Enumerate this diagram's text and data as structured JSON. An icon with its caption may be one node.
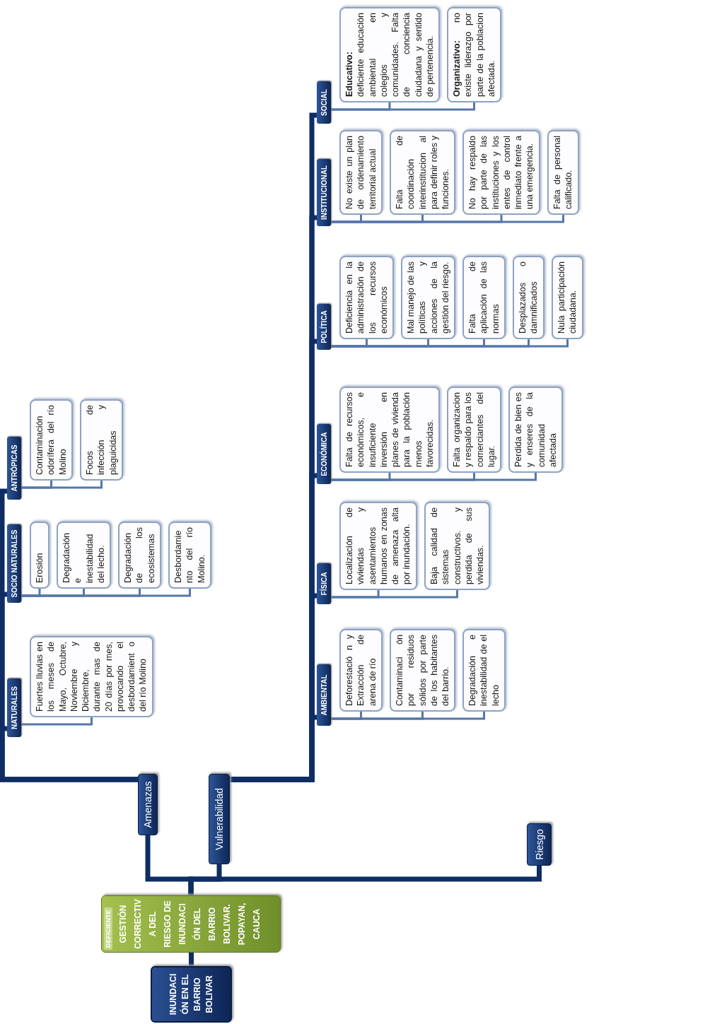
{
  "diagram": {
    "nodes": [
      {
        "text": [
          "INUNDACI ÓN EN EL BARRIO BOLIVAR"
        ]
      },
      {
        "text": [
          "DEFICIENTE",
          "GESTIÓN CORRECTIV A DEL RIESGO DE INUNDACI ÓN DEL BARRIO BOLIVAR. POPAYAN, CAUCA"
        ]
      },
      {
        "text": [
          "Amenazas"
        ]
      },
      {
        "text": [
          "NATURALES"
        ]
      },
      {
        "text": [
          "Fuertes lluvias en los meses de Mayo, Octubre, Noviembre y Diciembre, durante mas de 20 días por mes, provocando el desbordamient o del río Molino"
        ]
      },
      {
        "text": [
          "SOCIO NATURALES"
        ]
      },
      {
        "text": [
          "Erosión"
        ]
      },
      {
        "text": [
          "Degradación e inestabilidad del lecho."
        ]
      },
      {
        "text": [
          "Degradación de los ecosistemas"
        ]
      },
      {
        "text": [
          "Desbordamie nto del río Molino."
        ]
      },
      {
        "text": [
          "ANTRÓPICAS"
        ]
      },
      {
        "text": [
          "Contaminación odorífera del río Molino"
        ]
      },
      {
        "text": [
          "Focos de infección y plaguicidas"
        ]
      },
      {
        "text": [
          "Vulnerabilidad"
        ]
      },
      {
        "text": [
          "AMBIENTAL"
        ]
      },
      {
        "text": [
          "Deforestació n y Extracción de arena de río"
        ]
      },
      {
        "text": [
          "Contaminaci ón por residuos sólidos por parte de los habitantes del barrio."
        ]
      },
      {
        "text": [
          "Degradación e inestabilidad de el lecho"
        ]
      },
      {
        "text": [
          "FÍSICA"
        ]
      },
      {
        "text": [
          "Localización de viviendas y asentamientos humanos en zonas de amenaza alta por inundación."
        ]
      },
      {
        "text": [
          "Baja calidad de sistemas constructivos. y perdida de sus viviendas."
        ]
      },
      {
        "text": [
          "ECONÓMICA"
        ]
      },
      {
        "text": [
          "Falta de recursos económicos, e insuficiente inversión en planes de vivienda para la población menos favorecidas."
        ]
      },
      {
        "text": [
          "Falta organizacion y respaldo para los comerciantes del lugar."
        ]
      },
      {
        "text": [
          "Perdida de bien es y enseres de la comunidad afectada"
        ]
      },
      {
        "text": [
          "POLÍTICA"
        ]
      },
      {
        "text": [
          "Deficiencia en la administración de los recursos económicos"
        ]
      },
      {
        "text": [
          "Mal manejo de las políticas y acciones de la gestión del riesgo."
        ]
      },
      {
        "text": [
          "Falta de aplicación de las normas"
        ]
      },
      {
        "text": [
          "Desplazados o damnificados"
        ]
      },
      {
        "text": [
          "Nula participación ciudadana."
        ]
      },
      {
        "text": [
          "INSTITUCIONAL"
        ]
      },
      {
        "text": [
          "No existe un plan de ordenamiento territorial actual"
        ]
      },
      {
        "text": [
          "Falta de coordinación interinstitucion al para definir roles y funciones."
        ]
      },
      {
        "text": [
          "No hay respaldo por parte de las instituciones y los entes de control inmediato frente a una emergencia."
        ]
      },
      {
        "text": [
          "Falta de personal calificado."
        ]
      },
      {
        "text": [
          "SOCIAL"
        ]
      },
      {
        "text": [
          "**Educativo:** deficiente educación ambiental en colegios y comunidades. Falta de conciencia ciudadana y sentido de pertenencia."
        ]
      },
      {
        "text": [
          "**Organizativo:** no existe liderazgo por parte de la poblacion afectada."
        ]
      },
      {
        "text": [
          "Riesgo"
        ]
      }
    ],
    "edges": [
      {
        "from": 0,
        "to": 1,
        "arrow": "none",
        "style": "thick",
        "color": "#0f2d63"
      },
      {
        "from": 1,
        "to": 2,
        "arrow": "none",
        "style": "thick",
        "color": "#0f2d63"
      },
      {
        "from": 1,
        "to": 13,
        "arrow": "none",
        "style": "thick",
        "color": "#0f2d63"
      },
      {
        "from": 1,
        "to": 39,
        "arrow": "none",
        "style": "thick",
        "color": "#0f2d63"
      },
      {
        "from": 2,
        "to": 3,
        "arrow": "none",
        "style": "thick",
        "color": "#0f2d63"
      },
      {
        "from": 2,
        "to": 5,
        "arrow": "none",
        "style": "thick",
        "color": "#0f2d63"
      },
      {
        "from": 2,
        "to": 10,
        "arrow": "none",
        "style": "thick",
        "color": "#0f2d63"
      },
      {
        "from": 3,
        "to": 4,
        "arrow": "none"
      },
      {
        "from": 5,
        "to": 6,
        "arrow": "none"
      },
      {
        "from": 5,
        "to": 7,
        "arrow": "none"
      },
      {
        "from": 5,
        "to": 8,
        "arrow": "none"
      },
      {
        "from": 5,
        "to": 9,
        "arrow": "none"
      },
      {
        "from": 10,
        "to": 11,
        "arrow": "none"
      },
      {
        "from": 10,
        "to": 12,
        "arrow": "none"
      },
      {
        "from": 13,
        "to": 14,
        "arrow": "none",
        "style": "thick",
        "color": "#0f2d63"
      },
      {
        "from": 13,
        "to": 18,
        "arrow": "none",
        "style": "thick",
        "color": "#0f2d63"
      },
      {
        "from": 13,
        "to": 21,
        "arrow": "none",
        "style": "thick",
        "color": "#0f2d63"
      },
      {
        "from": 13,
        "to": 25,
        "arrow": "none",
        "style": "thick",
        "color": "#0f2d63"
      },
      {
        "from": 13,
        "to": 31,
        "arrow": "none",
        "style": "thick",
        "color": "#0f2d63"
      },
      {
        "from": 13,
        "to": 36,
        "arrow": "none",
        "style": "thick",
        "color": "#0f2d63"
      },
      {
        "from": 14,
        "to": 15,
        "arrow": "none"
      },
      {
        "from": 14,
        "to": 16,
        "arrow": "none"
      },
      {
        "from": 14,
        "to": 17,
        "arrow": "none"
      },
      {
        "from": 18,
        "to": 19,
        "arrow": "none"
      },
      {
        "from": 18,
        "to": 20,
        "arrow": "none"
      },
      {
        "from": 21,
        "to": 22,
        "arrow": "none"
      },
      {
        "from": 21,
        "to": 23,
        "arrow": "none"
      },
      {
        "from": 21,
        "to": 24,
        "arrow": "none"
      },
      {
        "from": 25,
        "to": 26,
        "arrow": "none"
      },
      {
        "from": 25,
        "to": 27,
        "arrow": "none"
      },
      {
        "from": 25,
        "to": 28,
        "arrow": "none"
      },
      {
        "from": 25,
        "to": 29,
        "arrow": "none"
      },
      {
        "from": 25,
        "to": 30,
        "arrow": "none"
      },
      {
        "from": 31,
        "to": 32,
        "arrow": "none"
      },
      {
        "from": 31,
        "to": 33,
        "arrow": "none"
      },
      {
        "from": 31,
        "to": 34,
        "arrow": "none"
      },
      {
        "from": 31,
        "to": 35,
        "arrow": "none"
      },
      {
        "from": 36,
        "to": 37,
        "arrow": "none"
      },
      {
        "from": 36,
        "to": 38,
        "arrow": "none"
      }
    ]
  }
}
